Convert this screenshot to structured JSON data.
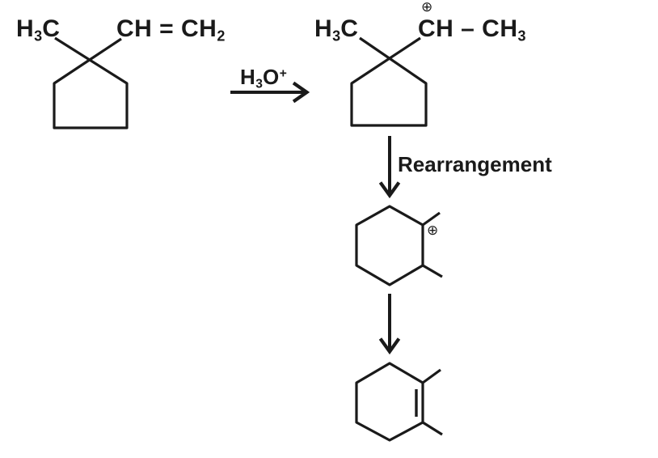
{
  "colors": {
    "ink": "#1a1a1a",
    "background": "#ffffff"
  },
  "molecules": {
    "reactant": {
      "methyl": [
        {
          "t": "H"
        },
        {
          "t": "3",
          "m": "sub"
        },
        {
          "t": "C"
        }
      ],
      "vinyl": [
        {
          "t": "CH = CH"
        },
        {
          "t": "2",
          "m": "sub"
        }
      ]
    },
    "cation1": {
      "methyl": [
        {
          "t": "H"
        },
        {
          "t": "3",
          "m": "sub"
        },
        {
          "t": "C"
        }
      ],
      "chain": [
        {
          "t": "CH – CH"
        },
        {
          "t": "3",
          "m": "sub"
        }
      ],
      "charge": "⊕"
    },
    "cation2": {
      "charge": "⊕"
    }
  },
  "arrows": {
    "protonation": {
      "reagent": [
        {
          "t": "H"
        },
        {
          "t": "3",
          "m": "sub"
        },
        {
          "t": "O"
        },
        {
          "t": "+",
          "m": "sup"
        }
      ]
    },
    "rearrangement": {
      "label": "Rearrangement"
    },
    "elimination": {}
  },
  "icons": {
    "plus_charge": "⊕"
  }
}
